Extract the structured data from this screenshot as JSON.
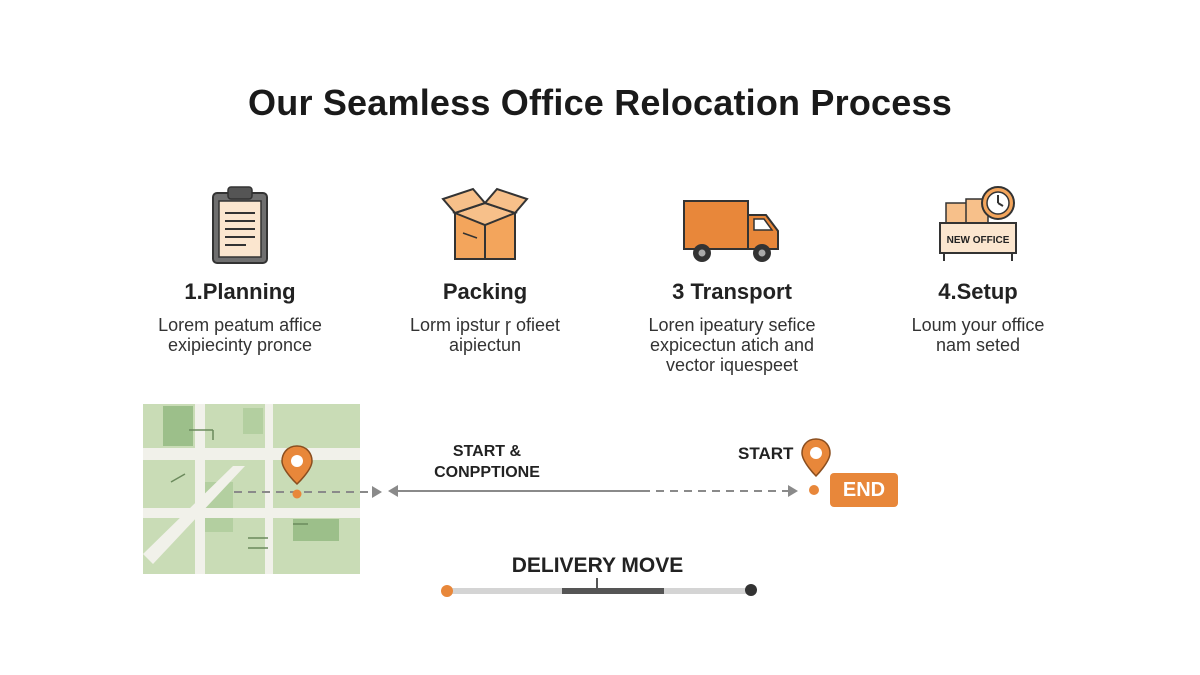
{
  "title": "Our Seamless Office Relocation Process",
  "steps": [
    {
      "icon": "clipboard-icon",
      "label": "1.Planning",
      "desc": [
        "Lorem peatum affice",
        "exipiecinty pronce"
      ]
    },
    {
      "icon": "box-icon",
      "label": "Packing",
      "desc": [
        "Lorm ipstur ɼ ofieet",
        "aipiectun"
      ]
    },
    {
      "icon": "truck-icon",
      "label": "3 Transport",
      "desc": [
        "Loren ipeatury sefice",
        "expicectun atich and",
        "vector iquespeet"
      ]
    },
    {
      "icon": "new-office-icon",
      "label": "4.Setup",
      "desc": [
        "Loum your office",
        "nam seted"
      ],
      "sign": "NEW OFFICE"
    }
  ],
  "route": {
    "start_complete": [
      "START &",
      "CONPPTIONE"
    ],
    "start": "START",
    "end": "END"
  },
  "delivery": {
    "label": "DELIVERY MOVE"
  },
  "colors": {
    "accent": "#e8873a",
    "map": "#c9dcb6",
    "gray": "#8a8a8a"
  }
}
